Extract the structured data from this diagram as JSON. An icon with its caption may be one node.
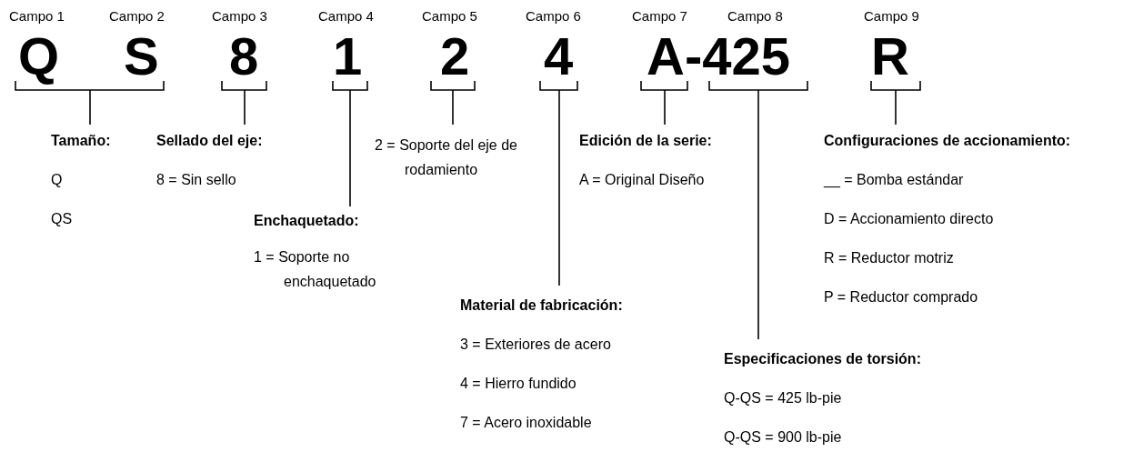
{
  "diagram": {
    "nodes": [
      {
        "text": [],
        "shape": "bracket"
      },
      {
        "text": [],
        "shape": "bracket"
      },
      {
        "text": [],
        "shape": "bracket"
      },
      {
        "text": [],
        "shape": "bracket"
      },
      {
        "text": [],
        "shape": "bracket"
      },
      {
        "text": [],
        "shape": "bracket"
      },
      {
        "text": [],
        "shape": "bracket"
      },
      {
        "text": [],
        "shape": "bracket"
      },
      {
        "text": [
          "Tamaño:",
          "Q",
          "QS"
        ]
      },
      {
        "text": [
          "Sellado del eje:",
          "8 = Sin sello"
        ]
      },
      {
        "text": [
          "2 = Soporte del eje de rodamiento"
        ]
      },
      {
        "text": [
          "Edición de la serie:",
          "A = Original Diseño"
        ]
      },
      {
        "text": [
          "Configuraciones de accionamiento:",
          "__ = Bomba estándar",
          "D = Accionamiento directo",
          "R = Reductor motriz",
          "P = Reductor comprado"
        ]
      },
      {
        "text": [
          "Enchaquetado:",
          "1 = Soporte no enchaquetado"
        ]
      },
      {
        "text": [
          "Material de fabricación:",
          "3 = Exteriores de acero",
          "4 = Hierro fundido",
          "7 = Acero inoxidable"
        ]
      },
      {
        "text": [
          "Especificaciones de torsión:",
          "Q-QS = 425 lb-pie",
          "Q-QS = 900 lb-pie"
        ]
      }
    ],
    "edges": [
      {
        "from": 0,
        "to": 8,
        "arrow": "none"
      },
      {
        "from": 1,
        "to": 9,
        "arrow": "none"
      },
      {
        "from": 2,
        "to": 13,
        "arrow": "none"
      },
      {
        "from": 3,
        "to": 10,
        "arrow": "none"
      },
      {
        "from": 4,
        "to": 14,
        "arrow": "none"
      },
      {
        "from": 5,
        "to": 11,
        "arrow": "none"
      },
      {
        "from": 6,
        "to": 15,
        "arrow": "none"
      },
      {
        "from": 7,
        "to": 12,
        "arrow": "none"
      }
    ],
    "labels": [
      "Campo 1",
      "Campo 2",
      "Campo 3",
      "Campo 4",
      "Campo 5",
      "Campo 6",
      "Campo 7",
      "Campo 8",
      "Campo 9",
      "Q",
      "S",
      "8",
      "1",
      "2",
      "4",
      "A-425",
      "R"
    ]
  }
}
